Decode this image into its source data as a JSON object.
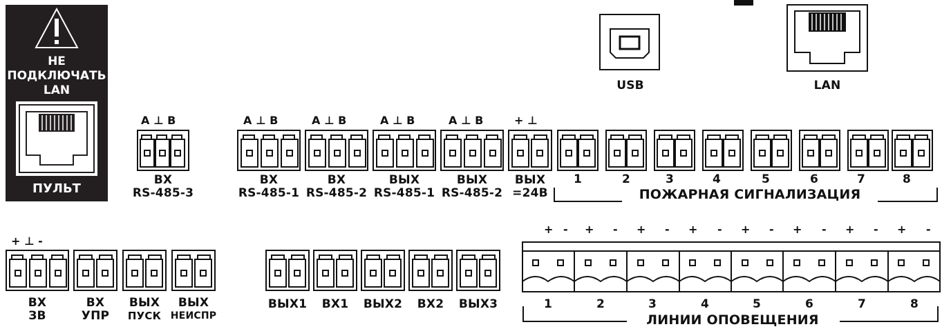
{
  "warning_panel": {
    "warning_text_line1": "НЕ",
    "warning_text_line2": "ПОДКЛЮЧАТЬ",
    "warning_text_line3": "LAN",
    "port_label": "ПУЛЬТ"
  },
  "usb": {
    "label": "USB"
  },
  "lan": {
    "label": "LAN"
  },
  "pin_markers": {
    "abt": "A ⊥ B",
    "plus_ground": "+ ⊥",
    "plus_ground_minus": "+ ⊥ -",
    "plus": "+",
    "minus": "-"
  },
  "top_row": {
    "in_rs485_3": {
      "line1": "ВХ",
      "line2": "RS-485-3"
    },
    "in_rs485_1": {
      "line1": "ВХ",
      "line2": "RS-485-1"
    },
    "in_rs485_2": {
      "line1": "ВХ",
      "line2": "RS-485-2"
    },
    "out_rs485_1": {
      "line1": "ВЫХ",
      "line2": "RS-485-1"
    },
    "out_rs485_2": {
      "line1": "ВЫХ",
      "line2": "RS-485-2"
    },
    "out_24v": {
      "line1": "ВЫХ",
      "line2": "=24В"
    }
  },
  "fire_alarm": {
    "title": "ПОЖАРНАЯ СИГНАЛИЗАЦИЯ",
    "channels": [
      "1",
      "2",
      "3",
      "4",
      "5",
      "6",
      "7",
      "8"
    ]
  },
  "bottom_row": {
    "in_zv": {
      "line1": "ВХ",
      "line2": "ЗВ"
    },
    "in_upr": {
      "line1": "ВХ",
      "line2": "УПР"
    },
    "out_pusk": {
      "line1": "ВЫХ",
      "line2": "ПУСК"
    },
    "out_neispr": {
      "line1": "ВЫХ",
      "line2": "НЕИСПР"
    },
    "out1": "ВЫХ1",
    "in1": "ВХ1",
    "out2": "ВЫХ2",
    "in2": "ВХ2",
    "out3": "ВЫХ3"
  },
  "notification_lines": {
    "title": "ЛИНИИ ОПОВЕЩЕНИЯ",
    "channels": [
      "1",
      "2",
      "3",
      "4",
      "5",
      "6",
      "7",
      "8"
    ]
  }
}
